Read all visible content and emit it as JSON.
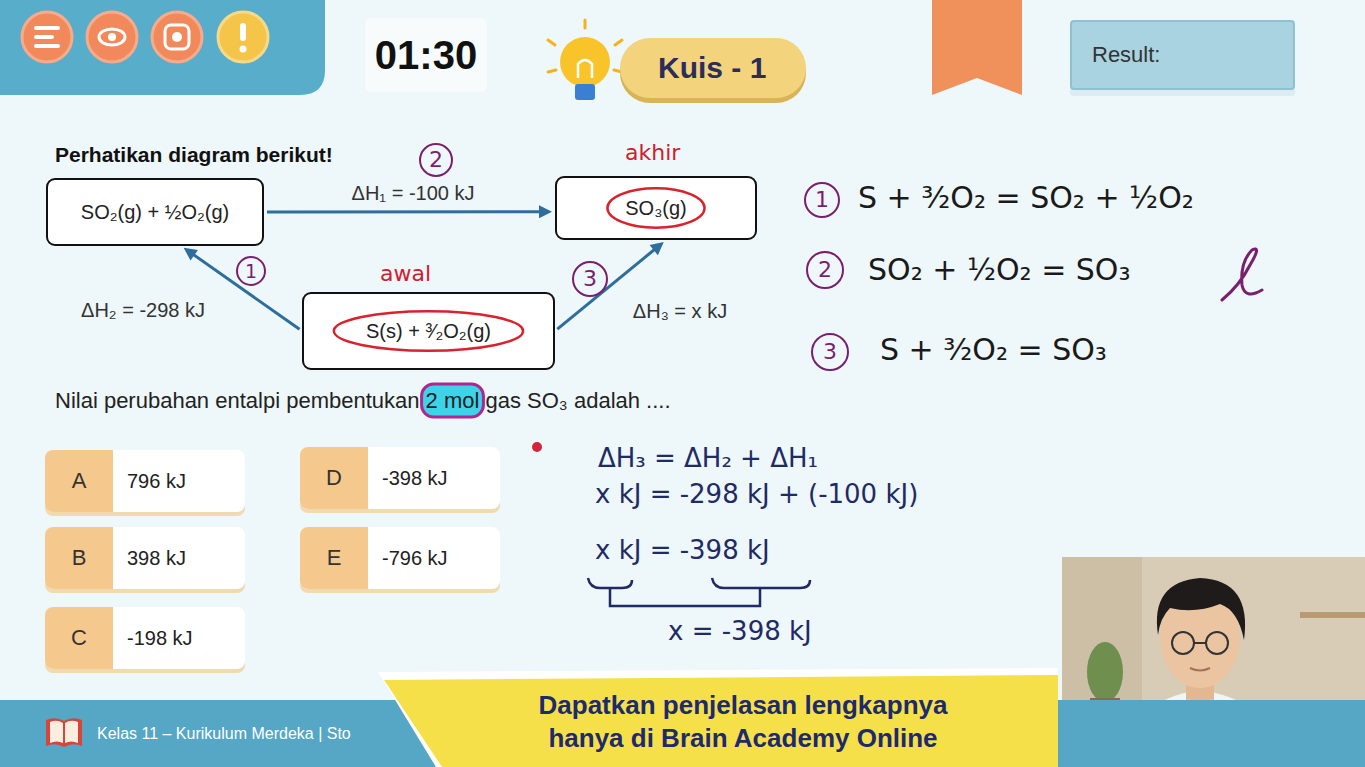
{
  "diagram": {
    "title": "Perhatikan diagram berikut!",
    "nodes": [
      {
        "text": [
          "01:30"
        ]
      },
      {
        "text": [
          "Kuis - 1"
        ]
      },
      {
        "text": [
          "Result:"
        ]
      },
      {
        "text": [
          "SO₂(g) + ½O₂(g)"
        ]
      },
      {
        "text": [
          "SO₃(g)"
        ]
      },
      {
        "text": [
          "S(s) + ³⁄₂O₂(g)"
        ]
      },
      {
        "text": [
          "A",
          "796 kJ"
        ]
      },
      {
        "text": [
          "D",
          "-398 kJ"
        ]
      },
      {
        "text": [
          "B",
          "398 kJ"
        ]
      },
      {
        "text": [
          "E",
          "-796 kJ"
        ]
      },
      {
        "text": [
          "C",
          "-198 kJ"
        ]
      },
      {
        "text": [
          "Kelas 11 – Kurikulum Merdeka | Sto"
        ]
      },
      {
        "text": [
          "Dapatkan penjelasan lengkapnya hanya di Brain Academy Online"
        ]
      }
    ],
    "edges": [
      {
        "from": 3,
        "to": 4,
        "label": "ΔH₁ = -100 kJ",
        "arrow": "to"
      },
      {
        "from": 5,
        "to": 3,
        "label": "ΔH₂ = -298 kJ",
        "arrow": "to"
      },
      {
        "from": 5,
        "to": 4,
        "label": "ΔH₃ = x kJ",
        "arrow": "to"
      }
    ],
    "labels": [
      "2",
      "akhir",
      "1",
      "awal",
      "3",
      "Nilai perubahan entalpi pembentukan 2 mol gas SO₃ adalah ....",
      "1",
      "S + ³⁄₂O₂ = SO₂ + ½O₂",
      "2",
      "SO₂ + ½O₂ = SO₃",
      "3",
      "S + ³⁄₂O₂ = SO₃",
      "ΔH₃ = ΔH₂ + ΔH₁",
      "x kJ = -298 kJ + (-100 kJ)",
      "x kJ = -398 kJ",
      "x = -398 kJ"
    ]
  }
}
